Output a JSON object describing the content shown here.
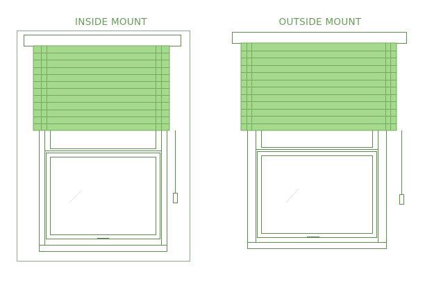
{
  "panels": {
    "inside": {
      "title": "INSIDE MOUNT"
    },
    "outside": {
      "title": "OUTSIDE MOUNT"
    }
  },
  "colors": {
    "title": "#6a9a5a",
    "frame_line": "#5e8a50",
    "blind_fill": "#a6d98d",
    "blind_line": "#6fae58",
    "wall_line": "#8aa98a"
  },
  "blinds": {
    "inside": {
      "slat_count": 12
    },
    "outside": {
      "slat_count": 12
    }
  }
}
